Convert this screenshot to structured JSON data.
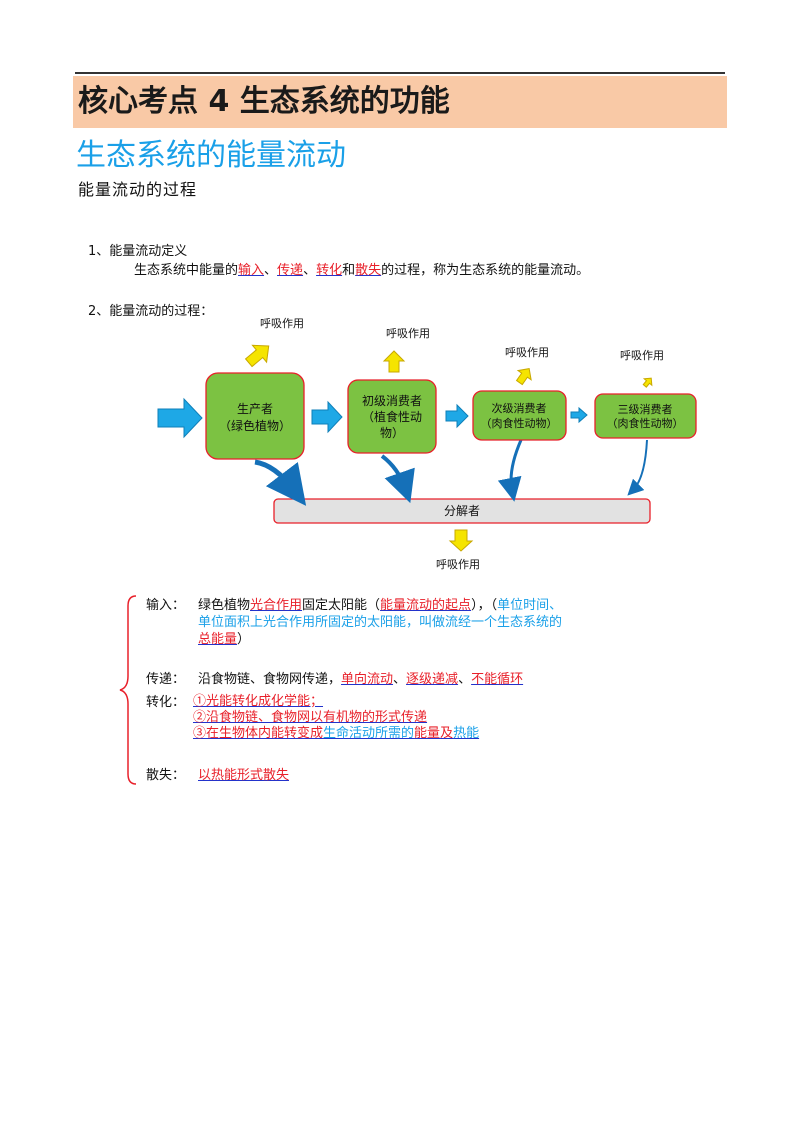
{
  "banner": {
    "title": "核心考点 4 生态系统的功能"
  },
  "section": {
    "title": "生态系统的能量流动",
    "subtitle": "能量流动的过程"
  },
  "definition": {
    "heading": "1、能量流动定义",
    "prefix": "生态系统中能量的",
    "w1": "输入",
    "s1": "、",
    "w2": "传递",
    "s2": "、",
    "w3": "转化",
    "s3": "和",
    "w4": "散失",
    "suffix": "的过程，称为生态系统的能量流动。"
  },
  "process": {
    "heading": "2、能量流动的过程：",
    "producer": {
      "line1": "生产者",
      "line2": "（绿色植物）"
    },
    "primary": {
      "line1": "初级消费者",
      "line2": "（植食性动",
      "line3": "物）"
    },
    "secondary": {
      "line1": "次级消费者",
      "line2": "（肉食性动物）"
    },
    "tertiary": {
      "line1": "三级消费者",
      "line2": "（肉食性动物）"
    },
    "decomposer": "分解者",
    "respiration": "呼吸作用"
  },
  "summary": {
    "input": {
      "label": "输入：",
      "t1": "绿色植物",
      "t2": "光合作用",
      "t3": "固定太阳能（",
      "t4": "能量流动的起点",
      "t5": "），（",
      "t6": "单位时间、",
      "t7": "单位面积上光合作用所固定的太阳能，叫做流经一个生态系统的",
      "t8": "总能量",
      "t9": "）"
    },
    "transfer": {
      "label": "传递：",
      "t1": "沿食物链、食物网传递，",
      "t2": "单向流动",
      "t3": "、",
      "t4": "逐级递减",
      "t5": "、",
      "t6": "不能循环"
    },
    "conversion": {
      "label": "转化：",
      "l1": "①光能转化成化学能；",
      "l2a": "②沿食物链、食物网以",
      "l2b": "有机物",
      "l2c": "的形式传递",
      "l3a": "③在生物体内能转变成",
      "l3b": "生命活动所需的",
      "l3c": "能量",
      "l3d": "及",
      "l3e": "热能"
    },
    "loss": {
      "label": "散失：",
      "t1": "以热能形式散失"
    }
  },
  "colors": {
    "banner_bg": "#f9c9a6",
    "title_blue": "#1aa0e8",
    "box_green": "#7cc242",
    "box_border": "#e8202a",
    "arrow_cyan": "#1ea8e6",
    "arrow_yellow": "#f5e400",
    "curve_blue": "#1570b8",
    "highlight_red": "#e8202a"
  }
}
